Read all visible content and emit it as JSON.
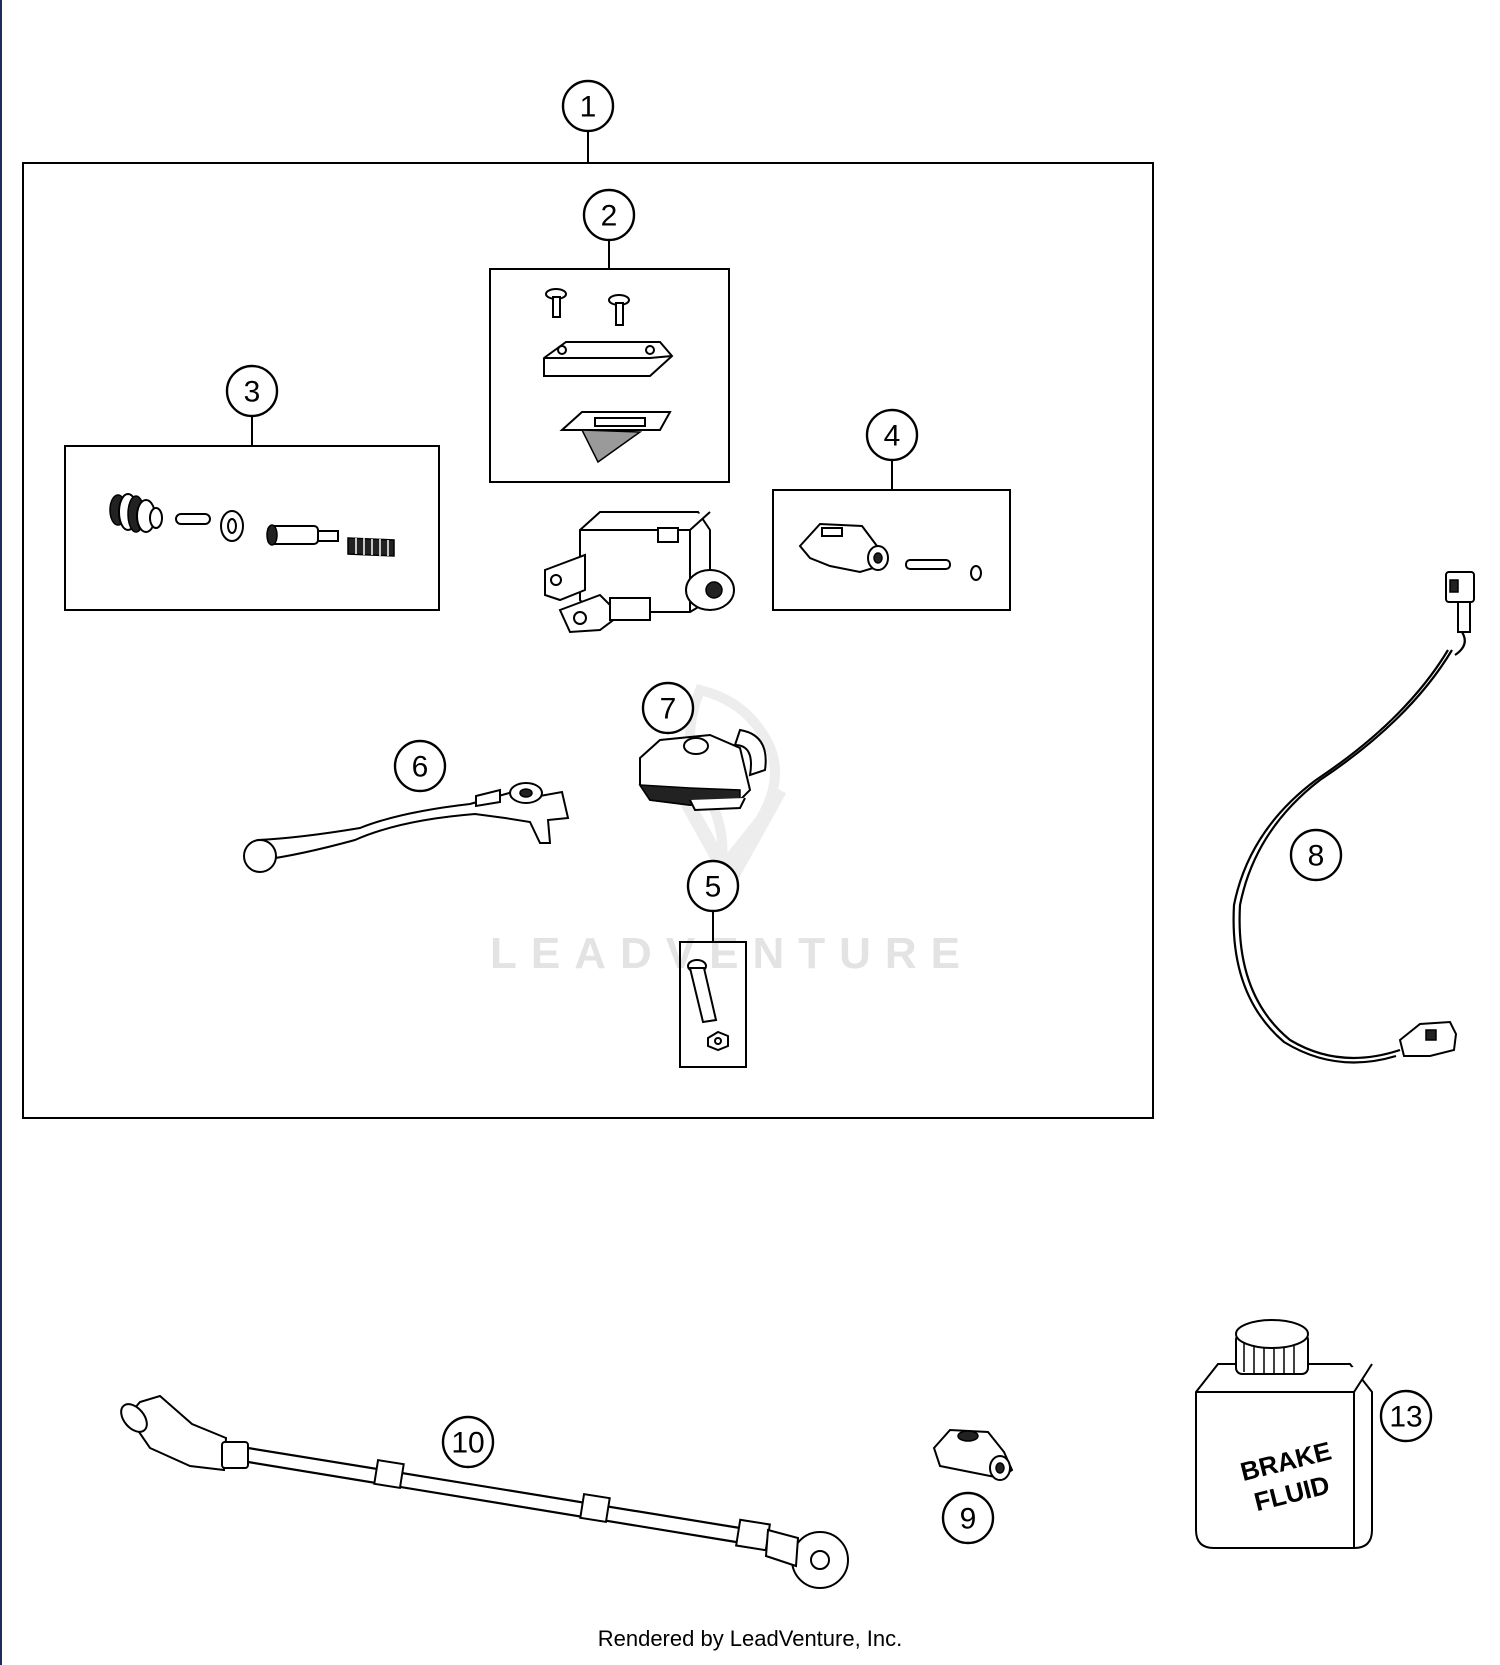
{
  "callouts": {
    "c1": "1",
    "c2": "2",
    "c3": "3",
    "c4": "4",
    "c5": "5",
    "c6": "6",
    "c7": "7",
    "c8": "8",
    "c9": "9",
    "c10": "10",
    "c13": "13"
  },
  "watermark": "LEADVENTURE",
  "brake_fluid": {
    "line1": "BRAKE",
    "line2": "FLUID"
  },
  "footer": "Rendered by LeadVenture, Inc.",
  "colors": {
    "line": "#000000",
    "watermark": "#e3e3e3",
    "edge": "#1d2a5a"
  }
}
